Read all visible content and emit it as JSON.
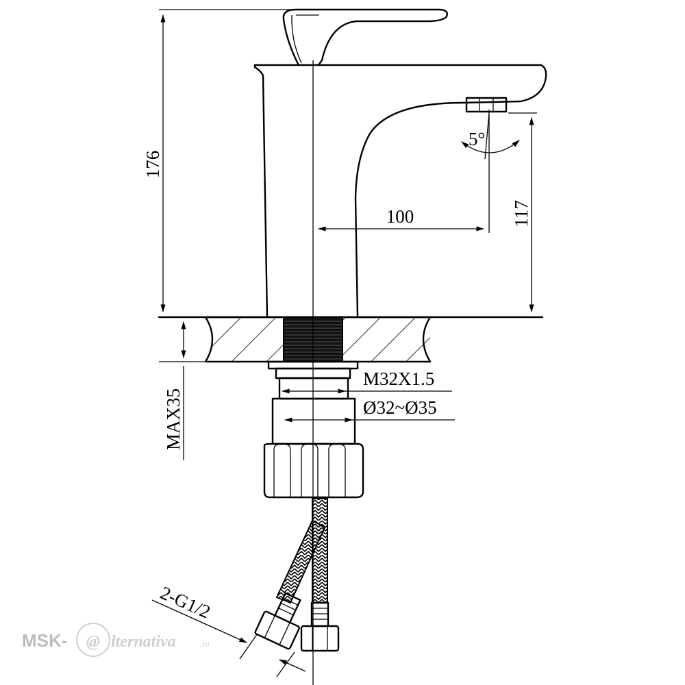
{
  "dimensions": {
    "height_total": "176",
    "height_spout": "117",
    "reach": "100",
    "spout_angle": "5°",
    "thread": "M32X1.5",
    "hole_diameter": "Ø32~Ø35",
    "max_counter_thickness": "MAX35",
    "hose_connection": "2-G1/2"
  },
  "watermark": {
    "prefix": "MSK-",
    "at": "@",
    "name": "lternativa",
    "suffix": ".ru"
  }
}
